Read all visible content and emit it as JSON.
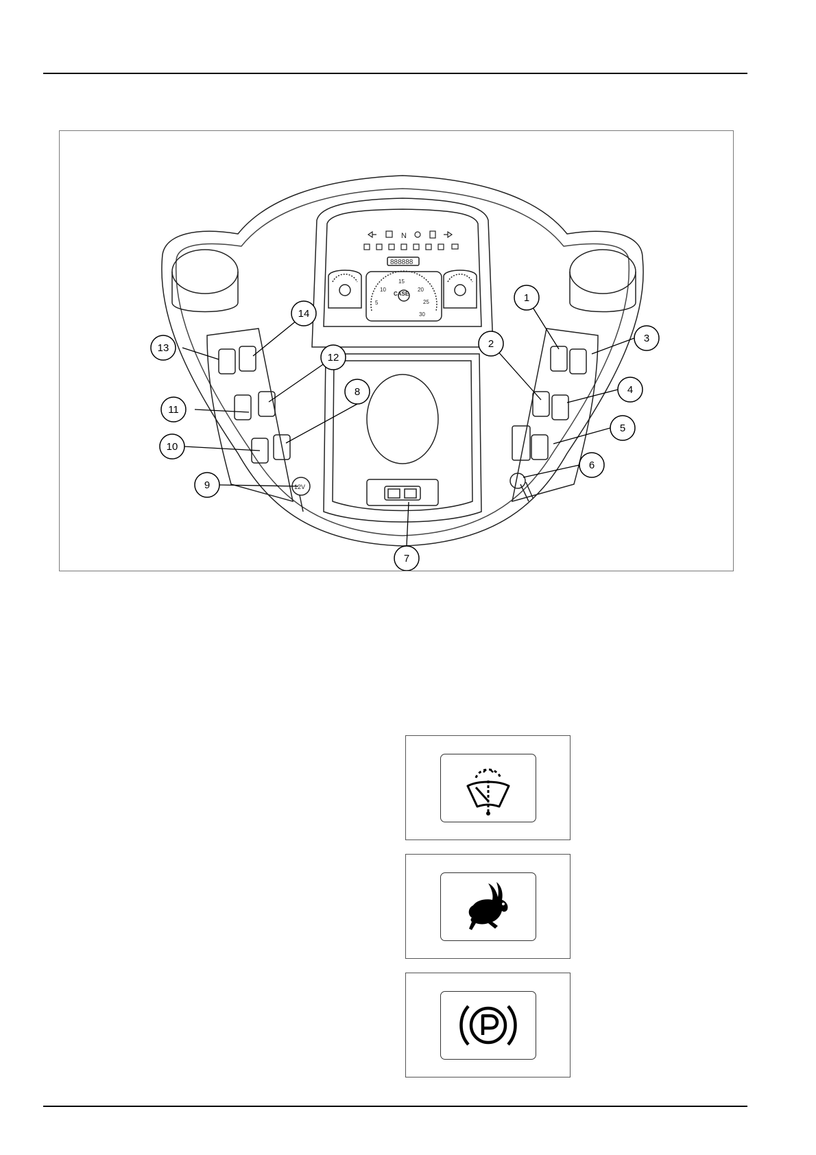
{
  "figure": {
    "callouts": [
      "1",
      "2",
      "3",
      "4",
      "5",
      "6",
      "7",
      "8",
      "9",
      "10",
      "11",
      "12",
      "13",
      "14"
    ],
    "socket_label": "12V",
    "speedometer_numbers": [
      "5",
      "10",
      "15",
      "20",
      "25",
      "30"
    ],
    "odometer": "888888",
    "brand": "CASE",
    "indicator_letter": "N"
  },
  "symbols": [
    {
      "icon": "windshield-wiper-washer-icon"
    },
    {
      "icon": "rabbit-fast-speed-icon"
    },
    {
      "icon": "parking-brake-icon"
    }
  ]
}
